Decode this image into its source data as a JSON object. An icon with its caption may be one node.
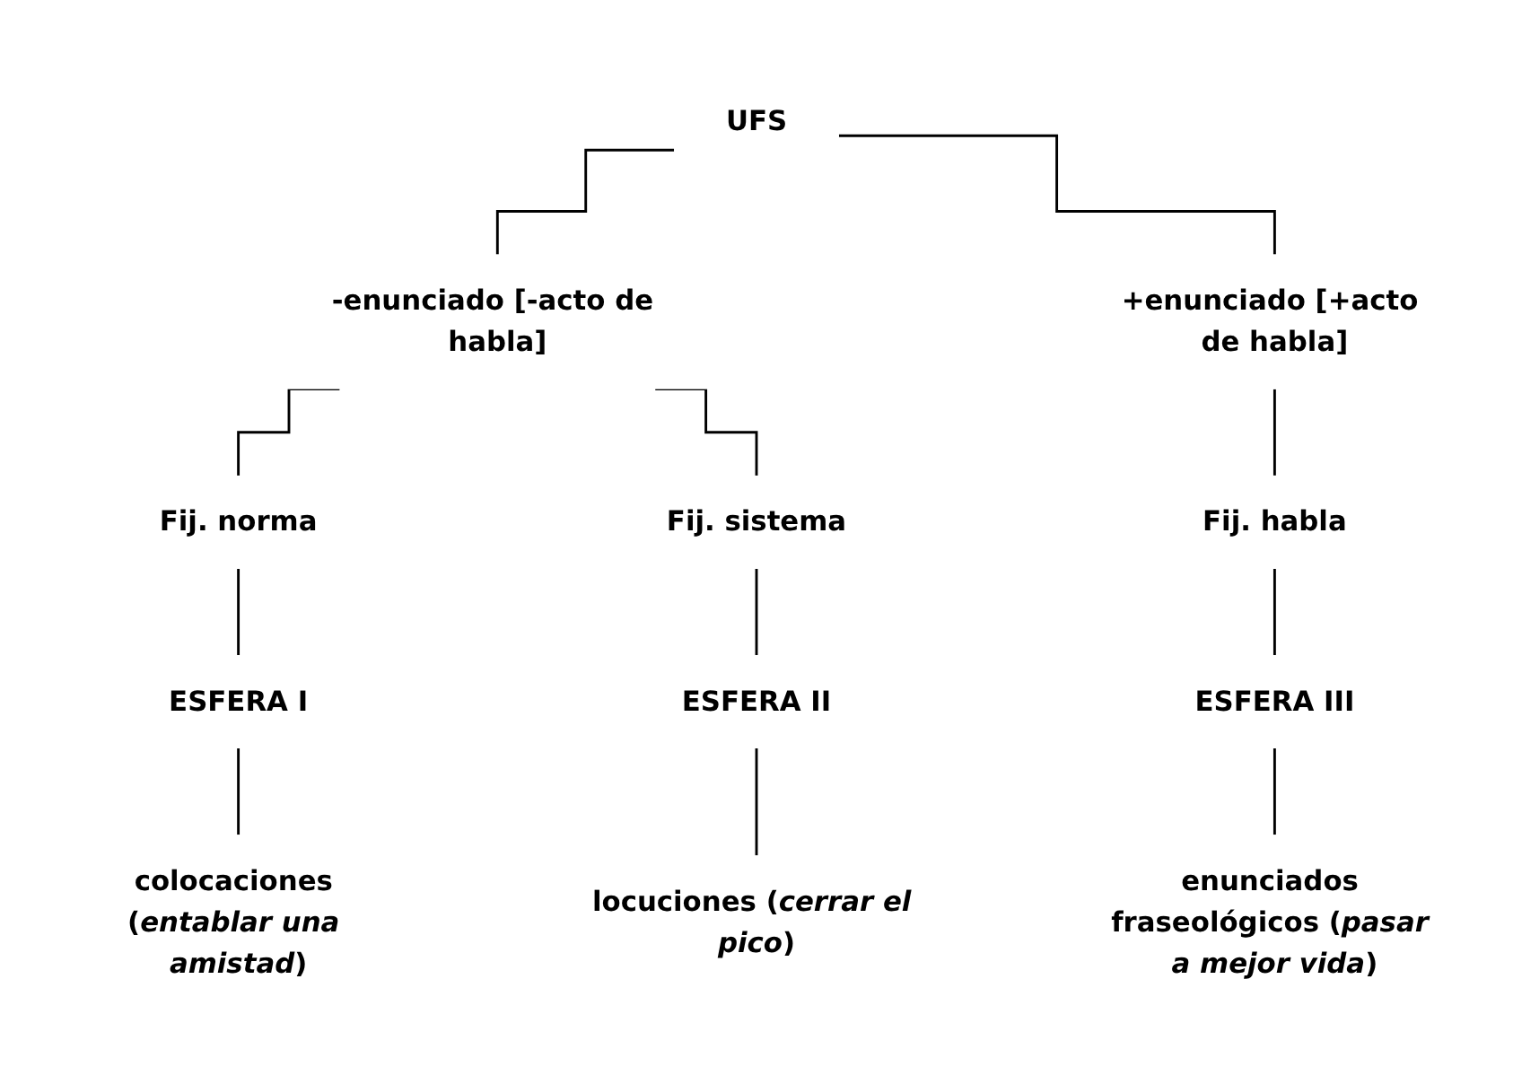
{
  "diagram": {
    "nodes": [
      {
        "text": [
          "UFS"
        ]
      },
      {
        "text": [
          "-enunciado [-acto de habla]"
        ]
      },
      {
        "text": [
          "+enunciado [+acto de habla]"
        ]
      },
      {
        "text": [
          "Fij. norma"
        ]
      },
      {
        "text": [
          "Fij. sistema"
        ]
      },
      {
        "text": [
          "Fij. habla"
        ]
      },
      {
        "text": [
          "ESFERA I"
        ]
      },
      {
        "text": [
          "ESFERA II"
        ]
      },
      {
        "text": [
          "ESFERA III"
        ]
      },
      {
        "text": [
          "colocaciones (*entablar una amistad*)"
        ]
      },
      {
        "text": [
          "locuciones (*cerrar el pico*)"
        ]
      },
      {
        "text": [
          "enunciados fraseológicos (*pasar a mejor vida*)"
        ]
      }
    ],
    "edges": [
      {
        "from": 0,
        "to": 1,
        "arrow": "none"
      },
      {
        "from": 0,
        "to": 2,
        "arrow": "none"
      },
      {
        "from": 1,
        "to": 3,
        "arrow": "none"
      },
      {
        "from": 1,
        "to": 4,
        "arrow": "none"
      },
      {
        "from": 2,
        "to": 5,
        "arrow": "none"
      },
      {
        "from": 3,
        "to": 6,
        "arrow": "none"
      },
      {
        "from": 4,
        "to": 7,
        "arrow": "none"
      },
      {
        "from": 5,
        "to": 8,
        "arrow": "none"
      },
      {
        "from": 6,
        "to": 9,
        "arrow": "none"
      },
      {
        "from": 7,
        "to": 10,
        "arrow": "none"
      },
      {
        "from": 8,
        "to": 11,
        "arrow": "none"
      }
    ]
  }
}
